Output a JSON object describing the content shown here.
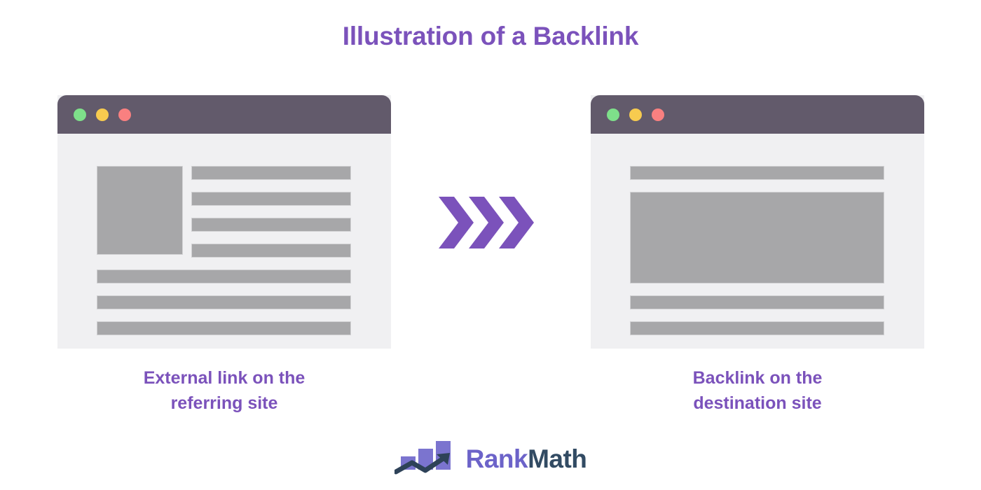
{
  "title": "Illustration of a Backlink",
  "colors": {
    "accent_purple": "#7b52bb",
    "titlebar": "#625a6b",
    "window_body": "#f0f0f2",
    "skeleton_block": "#a7a7a9",
    "dot_green": "#7ee08a",
    "dot_yellow": "#f7cb4f",
    "dot_red": "#f98080",
    "logo_rank": "#6c63c9",
    "logo_math": "#324b63",
    "background": "#ffffff"
  },
  "windows": {
    "left": {
      "caption_line1": "External link on the",
      "caption_line2": "referring site",
      "traffic_lights": [
        "green",
        "yellow",
        "red"
      ]
    },
    "right": {
      "caption_line1": "Backlink on the",
      "caption_line2": "destination site",
      "traffic_lights": [
        "green",
        "yellow",
        "red"
      ]
    }
  },
  "arrow": {
    "icon": "triple-chevron-right-icon",
    "count": 3,
    "direction": "right",
    "color": "#7b52bb"
  },
  "footer": {
    "logo_icon": "bar-chart-growth-arrow-icon",
    "brand_part1": "Rank",
    "brand_part2": "Math"
  }
}
